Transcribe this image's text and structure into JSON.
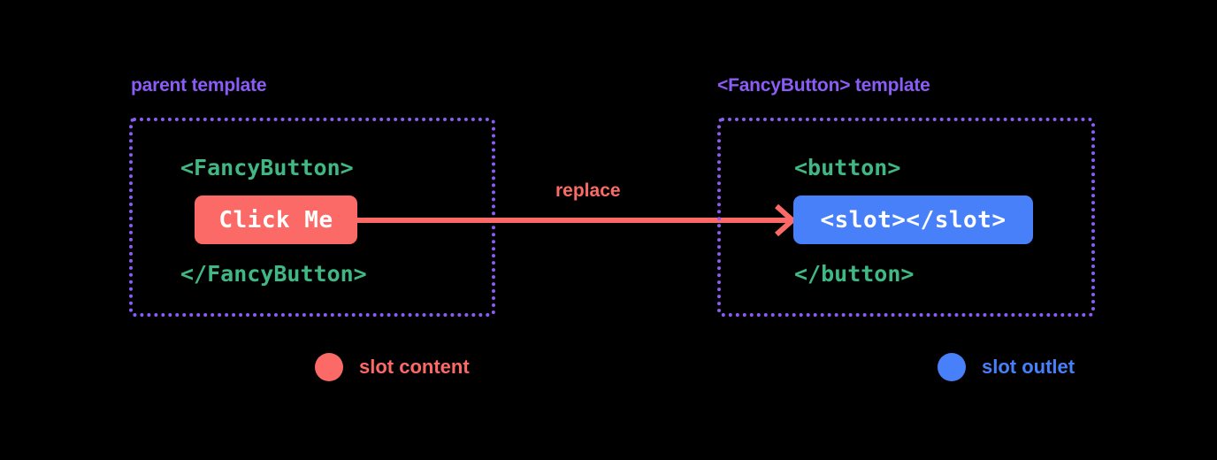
{
  "background": "#000000",
  "colors": {
    "accent_purple": "#8b5cf6",
    "code_green": "#41b883",
    "slot_content_red": "#fb6a66",
    "slot_outlet_blue": "#4880fa",
    "chip_text": "#ffffff"
  },
  "panels": [
    {
      "id": "parent",
      "label": "parent template",
      "code_open": "<FancyButton>",
      "chip": "Click Me",
      "code_close": "</FancyButton>"
    },
    {
      "id": "fancy",
      "label": "<FancyButton> template",
      "code_open": "<button>",
      "chip": "<slot></slot>",
      "code_close": "</button>"
    }
  ],
  "arrow": {
    "label": "replace",
    "direction": "left-to-right",
    "color": "#fb6a66"
  },
  "legend": [
    {
      "id": "slot-content",
      "label": "slot content",
      "color": "#fb6a66"
    },
    {
      "id": "slot-outlet",
      "label": "slot outlet",
      "color": "#4880fa"
    }
  ]
}
